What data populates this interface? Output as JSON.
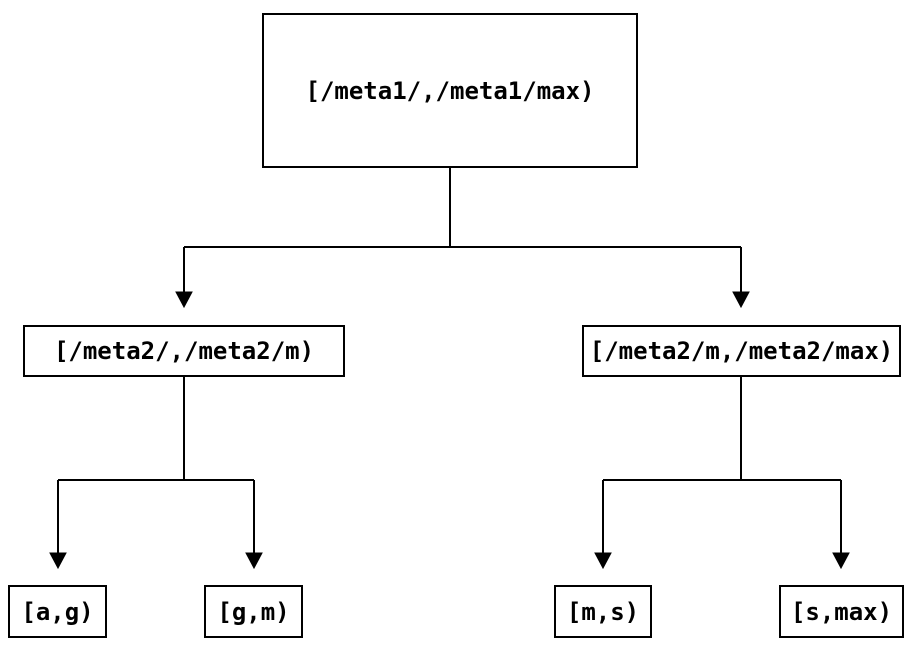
{
  "tree": {
    "root": {
      "label": "[/meta1/,/meta1/max)",
      "children": [
        {
          "label": "[/meta2/,/meta2/m)",
          "children": [
            {
              "label": "[a,g)"
            },
            {
              "label": "[g,m)"
            }
          ]
        },
        {
          "label": "[/meta2/m,/meta2/max)",
          "children": [
            {
              "label": "[m,s)"
            },
            {
              "label": "[s,max)"
            }
          ]
        }
      ]
    }
  },
  "colors": {
    "background": "#ffffff",
    "line": "#000000",
    "box_border": "#000000",
    "text": "#000000"
  }
}
